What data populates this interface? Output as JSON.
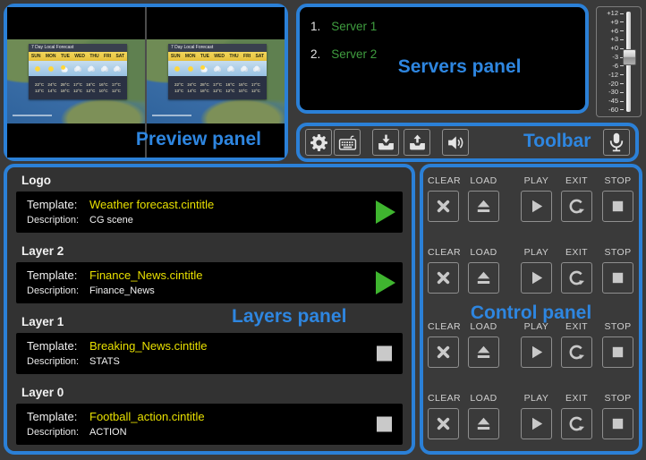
{
  "colors": {
    "accent_blue": "#2b80d7",
    "template_yellow": "#e8e000",
    "server_green": "#3f9d3f",
    "play_green": "#3fb52f",
    "panel_bg": "#3a3a3a",
    "row_bg": "#000000"
  },
  "preview": {
    "label": "Preview panel",
    "forecast": {
      "title": "7 Day Local Forecast",
      "days": [
        "SUN",
        "MON",
        "TUE",
        "WED",
        "THU",
        "FRI",
        "SAT"
      ],
      "icons": [
        "sun",
        "sun",
        "partly-cloudy",
        "rain",
        "rain",
        "rain",
        "rain"
      ],
      "highs": [
        "22°C",
        "24°C",
        "28°C",
        "17°C",
        "16°C",
        "16°C",
        "17°C"
      ],
      "lows": [
        "13°C",
        "14°C",
        "18°C",
        "12°C",
        "12°C",
        "10°C",
        "12°C"
      ]
    }
  },
  "servers": {
    "label": "Servers panel",
    "items": [
      {
        "num": "1.",
        "name": "Server 1"
      },
      {
        "num": "2.",
        "name": "Server 2"
      }
    ]
  },
  "volume": {
    "ticks": [
      "+12",
      "+9",
      "+6",
      "+3",
      "+0",
      "-3",
      "-6",
      "-12",
      "-20",
      "-30",
      "-45",
      "-60"
    ]
  },
  "toolbar": {
    "label": "Toolbar",
    "buttons": [
      {
        "icon": "gear"
      },
      {
        "icon": "keyboard"
      },
      {
        "icon": "download"
      },
      {
        "icon": "upload"
      },
      {
        "icon": "speaker"
      }
    ],
    "mic_icon": "microphone"
  },
  "layers": {
    "label": "Layers panel",
    "template_label": "Template:",
    "description_label": "Description:",
    "items": [
      {
        "name": "Logo",
        "template": "Weather forecast.cintitle",
        "description": "CG scene",
        "state": "playing"
      },
      {
        "name": "Layer 2",
        "template": "Finance_News.cintitle",
        "description": "Finance_News",
        "state": "playing"
      },
      {
        "name": "Layer 1",
        "template": "Breaking_News.cintitle",
        "description": "STATS",
        "state": "stopped"
      },
      {
        "name": "Layer 0",
        "template": "Football_action.cintitle",
        "description": "ACTION",
        "state": "stopped"
      }
    ]
  },
  "control": {
    "label": "Control panel",
    "rows": 4,
    "button_labels": [
      "CLEAR",
      "LOAD",
      "PLAY",
      "EXIT",
      "STOP"
    ]
  }
}
